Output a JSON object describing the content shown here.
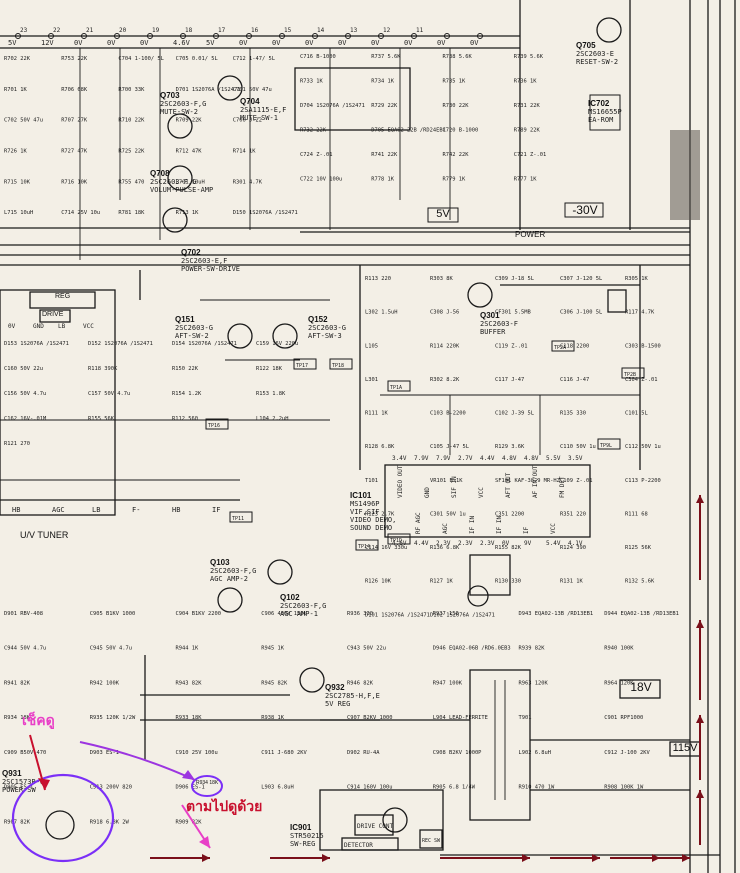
{
  "top_bus": [
    "5V",
    "12V",
    "0V",
    "0V",
    "0V",
    "4.6V",
    "5V",
    "0V",
    "0V",
    "0V",
    "0V",
    "0V",
    "0V",
    "0V",
    "0V"
  ],
  "pin_numbers": [
    "23",
    "22",
    "21",
    "20",
    "19",
    "18",
    "17",
    "16",
    "15",
    "14",
    "13",
    "12",
    "11"
  ],
  "power": {
    "v5": "5V",
    "vneg30": "-30V",
    "power_label": "POWER",
    "v18": "18V",
    "v115": "115V"
  },
  "transistors": [
    {
      "ref": "Q705",
      "type": "2SC2603-E",
      "desc": "RESET-SW-2"
    },
    {
      "ref": "Q703",
      "type": "2SC2603-F,G",
      "desc": "MUTE-SW-2"
    },
    {
      "ref": "Q704",
      "type": "2SA1115-E,F",
      "desc": "MUTE-SW-1"
    },
    {
      "ref": "Q708",
      "type": "2SC2603-F,G",
      "desc": "VOLUM-PULSE-AMP"
    },
    {
      "ref": "Q702",
      "type": "2SC2603-E,F",
      "desc": "POWER-SW-DRIVE"
    },
    {
      "ref": "Q151",
      "type": "2SC2603-G",
      "desc": "AFT-SW-2"
    },
    {
      "ref": "Q152",
      "type": "2SC2603-G",
      "desc": "AFT-SW-3"
    },
    {
      "ref": "Q301",
      "type": "2SC2603-F",
      "desc": "BUFFER"
    },
    {
      "ref": "Q103",
      "type": "2SC2603-F,G",
      "desc": "AGC AMP-2"
    },
    {
      "ref": "Q102",
      "type": "2SC2603-F,G",
      "desc": "AGC AMP-1"
    },
    {
      "ref": "Q932",
      "type": "2SC2785-H,F,E",
      "desc": "5V REG"
    },
    {
      "ref": "Q931",
      "type": "2SC1573B-Q",
      "desc": "POWER-SW"
    }
  ],
  "ics": {
    "ic702": {
      "ref": "IC702",
      "part": "MS16655P",
      "desc": "EA-ROM"
    },
    "ic101": {
      "ref": "IC101",
      "part": "MS1496P",
      "desc1": "VIF,SIF",
      "desc2": "VIDEO DEMO,",
      "desc3": "SOUND DEMO"
    },
    "ic901": {
      "ref": "IC901",
      "part": "STR50215",
      "desc": "SW-REG",
      "drive": "DRIVE CONT",
      "detector": "DETECTOR",
      "rec": "REC SW"
    },
    "ic101_pins_top": [
      "VIDEO OUT",
      "GND",
      "SIF IN",
      "VCC",
      "AFT OUT",
      "AF IN/OUT",
      "FM DET"
    ],
    "ic101_pins_bottom": [
      "RF AGC",
      "AGC",
      "IF IN",
      "IF IN",
      "IF",
      "VCC"
    ],
    "ic101_volts_top": [
      "3.4V",
      "7.9V",
      "7.9V",
      "2.7V",
      "4.4V",
      "4.8V",
      "4.8V",
      "5.5V",
      "3.5V"
    ],
    "ic101_volts_bottom": [
      "4.6V",
      "4.4V",
      "2.3V",
      "2.3V",
      "2.3V",
      "0V",
      "9V",
      "5.4V",
      "4.1V"
    ]
  },
  "tuner": {
    "title": "U/V TUNER",
    "reg": "REG",
    "drive": "DRIVE",
    "pins": [
      "HB",
      "AGC",
      "LB",
      "F-",
      "HB",
      "IF"
    ],
    "pins_top": [
      "0V",
      "GND",
      "LB",
      "VCC"
    ]
  },
  "tokens": {
    "t1": "TP11",
    "t2": "TP14",
    "t3": "TP16",
    "t4": "TP17",
    "t5": "TP18",
    "t6": "TP2A",
    "t7": "TP2B",
    "t8": "TP9L",
    "t9": "TP1A",
    "t10": "TP1D"
  },
  "components_left": [
    "R702 22K",
    "R753 22K",
    "C704 1-100/ 5L",
    "C705 0.01/ 5L",
    "C712 1-47/ 5L",
    "R701 1K",
    "R706 68K",
    "R700 33K",
    "D701 1S2076A /1S2471",
    "C701 50V 47u",
    "C702 50V 47u",
    "R707 27K",
    "R710 22K",
    "R709 22K",
    "C706 J-22",
    "R726 1K",
    "R727 47K",
    "R725 22K",
    "R712 47K",
    "R714 1K",
    "R715 10K",
    "R716 10K",
    "R755 470",
    "L701 10uH",
    "R301 4.7K",
    "L715 10uH",
    "C714 25V 10u",
    "R781 18K",
    "R713 1K",
    "D150 1S2076A /1S2471"
  ],
  "components_mid": [
    "C716 B-1000",
    "R737 5.6K",
    "R738 5.6K",
    "R739 5.6K",
    "R733 1K",
    "R734 1K",
    "R735 1K",
    "R736 1K",
    "D704 1S2076A /1S2471",
    "R729 22K",
    "R730 22K",
    "R731 22K",
    "R732 22K",
    "D705 EQA02-22B /RD24EB1",
    "C720 B-1000",
    "R789 22K",
    "C724 Z-.01",
    "R741 22K",
    "R742 22K",
    "C721 Z-.01",
    "C722 10V 100u",
    "R778 1K",
    "R779 1K",
    "R777 1K"
  ],
  "components_tuner": [
    "D153 1S2076A /1S2471",
    "D152 1S2076A /1S2471",
    "D154 1S2076A /1S2471",
    "C159 16V 220u",
    "C160 50V 22u",
    "R118 390K",
    "R150 22K",
    "R122 18K",
    "C156 50V 4.7u",
    "C157 50V 4.7u",
    "R154 1.2K",
    "R153 1.8K",
    "C162 16V-.01M",
    "R155 56K",
    "R112 560",
    "L104 2.2uH",
    "R121 270"
  ],
  "components_rf": [
    "R113 220",
    "R303 8K",
    "C309 J-18 5L",
    "C307 J-120 5L",
    "R305 1K",
    "L302 1.5uH",
    "C308 J-56",
    "CF301 5.5MB",
    "C306 J-100 5L",
    "R117 4.7K",
    "L105",
    "R114 220K",
    "C119 Z-.01",
    "C118 2200",
    "C303 B-1500",
    "L301",
    "R302 8.2K",
    "C117 J-47",
    "C116 J-47",
    "C304 Z-.01",
    "R111 1K",
    "C103 B-2200",
    "C102 J-39 5L",
    "R135 330",
    "C101 5L",
    "R128 6.8K",
    "C105 J-47 5L",
    "R129 3.6K",
    "C110 50V 1u",
    "C112 50V 1u",
    "T101",
    "VR101 B-1K",
    "SF101 KAF-38.9 MR-HZ",
    "C109 Z-.01",
    "C113 P-2200",
    "R123 2.7K",
    "C301 50V 1u",
    "C351 2200",
    "R351 220",
    "R111 68",
    "C114 16V 330u",
    "R136 6.8K",
    "R155 82K",
    "R124 390",
    "R125 56K",
    "R126 10K",
    "R127 1K",
    "R130 330",
    "R131 1K",
    "R132 5.6K",
    "D101 1S2076A /1S2471",
    "D102 1S2076A /1S2471"
  ],
  "components_psu": [
    "D901 RBV-408",
    "C905 B1KV 1000",
    "C904 B1KV 2200",
    "C906 400V 150u",
    "R936 330",
    "R937 150",
    "D943 EQA02-13B /RD13EB1",
    "D944 EQA02-13B /RD13EB1",
    "C944 50V 4.7u",
    "C945 50V 4.7u",
    "R944 1K",
    "R945 1K",
    "C943 50V 22u",
    "D946 EQA02-06B /RD6.0EB3",
    "R939 82K",
    "R940 100K",
    "R941 82K",
    "R942 100K",
    "R943 82K",
    "R945 82K",
    "R946 82K",
    "R947 100K",
    "R963 120K",
    "R964 120K",
    "R934 18K",
    "R935 120K 1/2W",
    "R933 18K",
    "R938 1K",
    "C907 B2KV 1000",
    "L904 LEAD-FERRITE",
    "T901",
    "C901 RPF1000",
    "C909 B50V 470",
    "D903 ES-1",
    "C910 25V 100u",
    "C911 J-680 2KV",
    "D902 RU-4A",
    "C908 B2KV 1000P",
    "L902 6.8uH",
    "C912 J-100 2KV",
    "D905 ES-1",
    "C913 200V 820",
    "D906 ES-1",
    "L903 6.8uH",
    "C914 160V 100u",
    "R905 6.8 1/4W",
    "R910 470 1W",
    "R908 100K 1W",
    "R907 82K",
    "R918 6.8K 2W",
    "R909 82K"
  ],
  "annotations": {
    "check": "เช็คดู",
    "follow": "ตามไปดูด้วย",
    "r934_tag": "R934 18K"
  },
  "colors": {
    "paper": "#f3efe6",
    "ink": "#1a1a1a",
    "annot_pink": "#e83fc7",
    "annot_red": "#c8102e",
    "annot_purple": "#7b2ff7",
    "arrow_maroon": "#7a0f1a"
  }
}
